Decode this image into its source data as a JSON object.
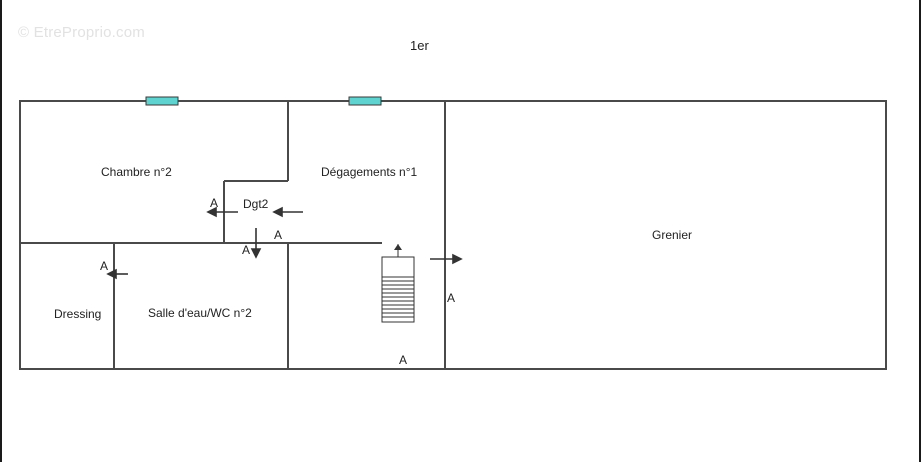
{
  "watermark": "© EtreProprio.com",
  "level": "1er",
  "rooms": {
    "chambre": "Chambre n°2",
    "degagements": "Dégagements n°1",
    "dgt2": "Dgt2",
    "grenier": "Grenier",
    "dressing": "Dressing",
    "salle": "Salle d'eau/WC n°2"
  },
  "access_mark": "A",
  "colors": {
    "wall": "#4a4a4a",
    "window": "#5fd3cf",
    "text": "#222222"
  }
}
